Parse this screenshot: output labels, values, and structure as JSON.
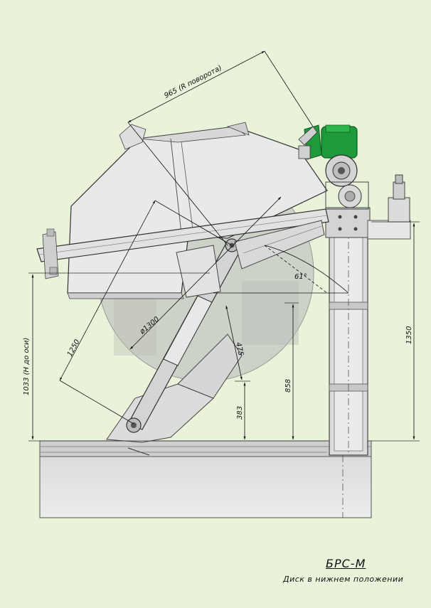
{
  "dimensions": {
    "pivot_radius": "965 (R поворота)",
    "disc_diameter": "1300",
    "arm_length": "1250",
    "axis_height": "1033 (H до оси)",
    "offset_475": "475",
    "height_383": "383",
    "height_858": "858",
    "height_1350": "1350",
    "angle": "61°"
  },
  "caption": {
    "title": "БРС-М",
    "subtitle": "Диск в нижнем положении"
  },
  "colors": {
    "background": "#e8f3da",
    "metal": "#e3e3e3",
    "metal_dark": "#b9b9b9",
    "disc": "#c9cdc6",
    "motor_green": "#1e9a3a"
  }
}
